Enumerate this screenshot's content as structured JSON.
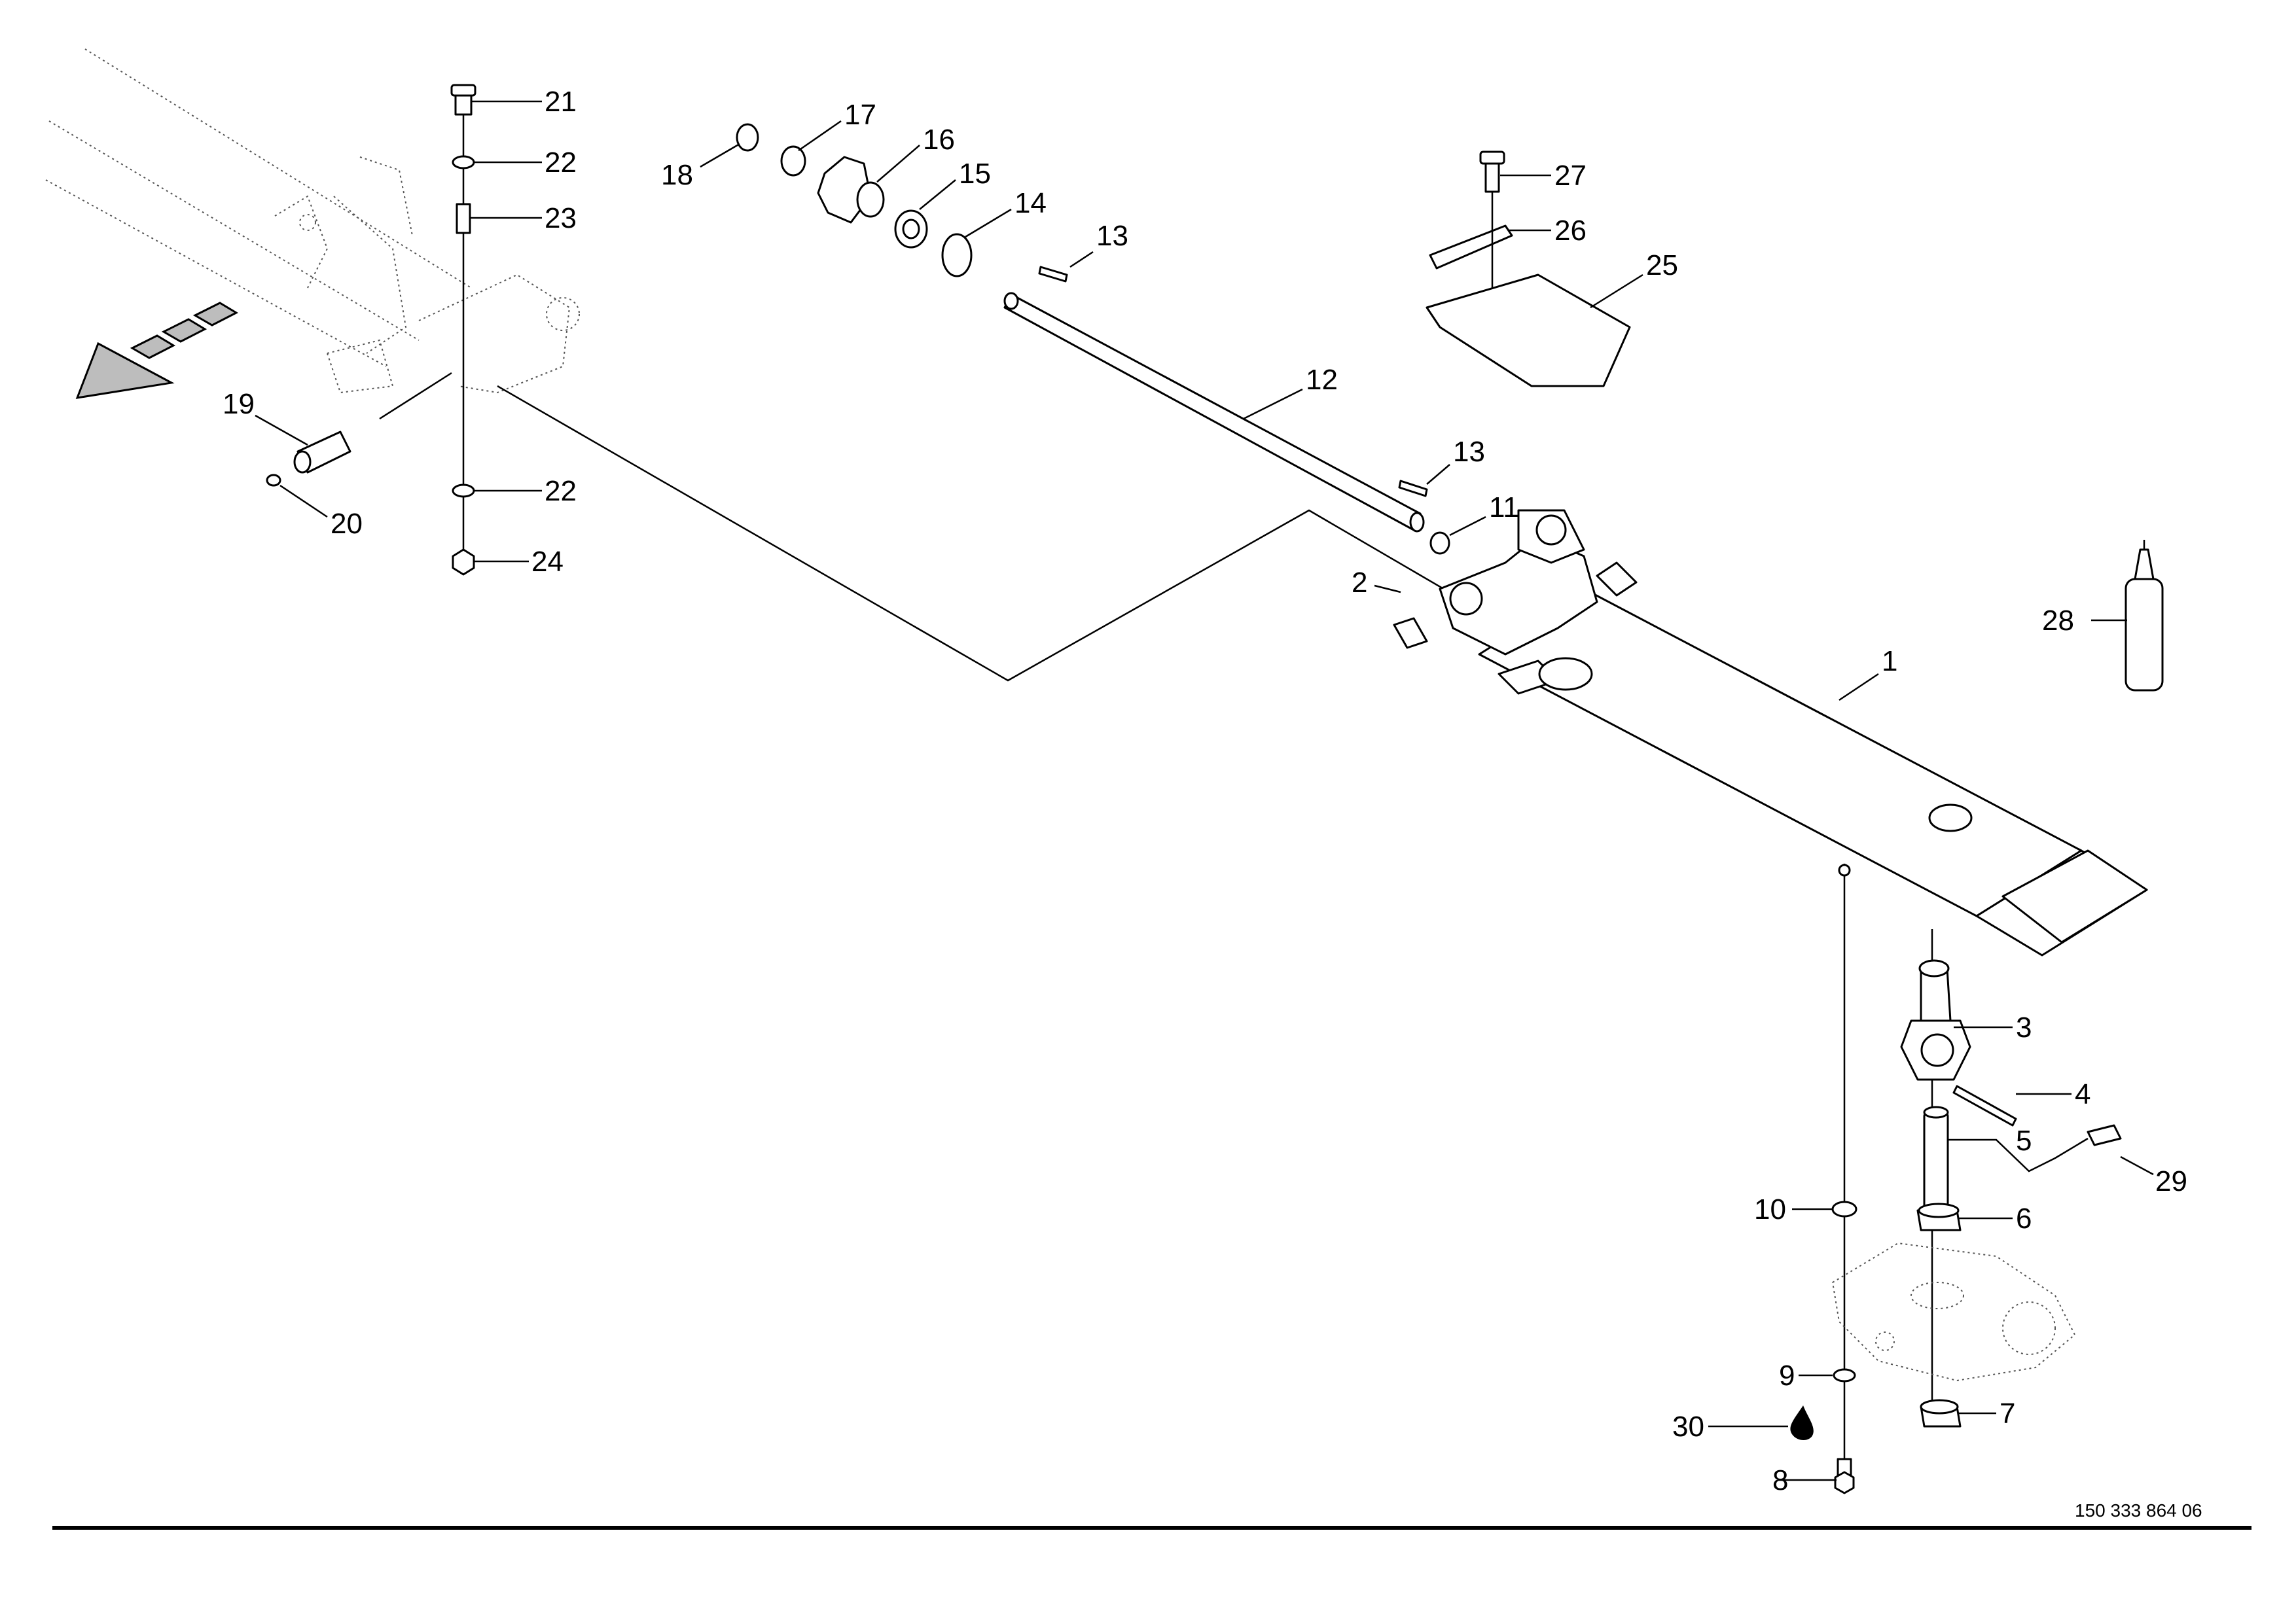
{
  "callouts": {
    "c1": "1",
    "c2": "2",
    "c3": "3",
    "c4": "4",
    "c5": "5",
    "c6": "6",
    "c7": "7",
    "c8": "8",
    "c9": "9",
    "c10": "10",
    "c11": "11",
    "c12": "12",
    "c13a": "13",
    "c13b": "13",
    "c14": "14",
    "c15": "15",
    "c16": "16",
    "c17": "17",
    "c18": "18",
    "c19": "19",
    "c20": "20",
    "c21": "21",
    "c22a": "22",
    "c22b": "22",
    "c23": "23",
    "c24": "24",
    "c25": "25",
    "c26": "26",
    "c27": "27",
    "c28": "28",
    "c29": "29",
    "c30": "30"
  },
  "document_number": "150 333 864 06"
}
